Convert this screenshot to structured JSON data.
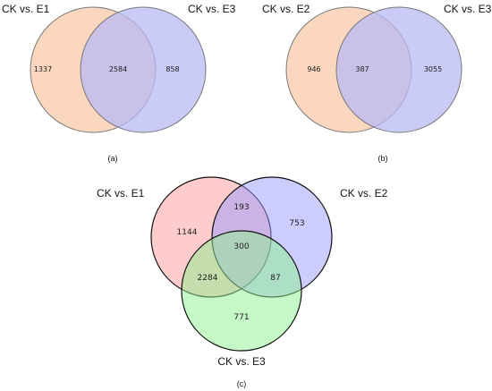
{
  "panels": [
    {
      "caption": "(a)",
      "sets": [
        "CK vs. E1",
        "CK vs. E3"
      ],
      "regions": {
        "left_only": "1337",
        "overlap": "2584",
        "right_only": "858"
      },
      "colors": {
        "left": "#fbd3b8",
        "right": "#c2c2f5"
      }
    },
    {
      "caption": "(b)",
      "sets": [
        "CK vs. E2",
        "CK vs. E3"
      ],
      "regions": {
        "left_only": "946",
        "overlap": "387",
        "right_only": "3055"
      },
      "colors": {
        "left": "#fbd3b8",
        "right": "#c2c2f5"
      }
    },
    {
      "caption": "(c)",
      "sets": [
        "CK vs. E1",
        "CK vs. E2",
        "CK vs. E3"
      ],
      "regions": {
        "e1_only": "1144",
        "e1_e2": "193",
        "e2_only": "753",
        "all_three": "300",
        "e1_e3": "2284",
        "e2_e3": "87",
        "e3_only": "771"
      },
      "colors": {
        "e1": "#ff9a9a",
        "e2": "#9a9aff",
        "e3": "#8ef08e"
      }
    }
  ]
}
